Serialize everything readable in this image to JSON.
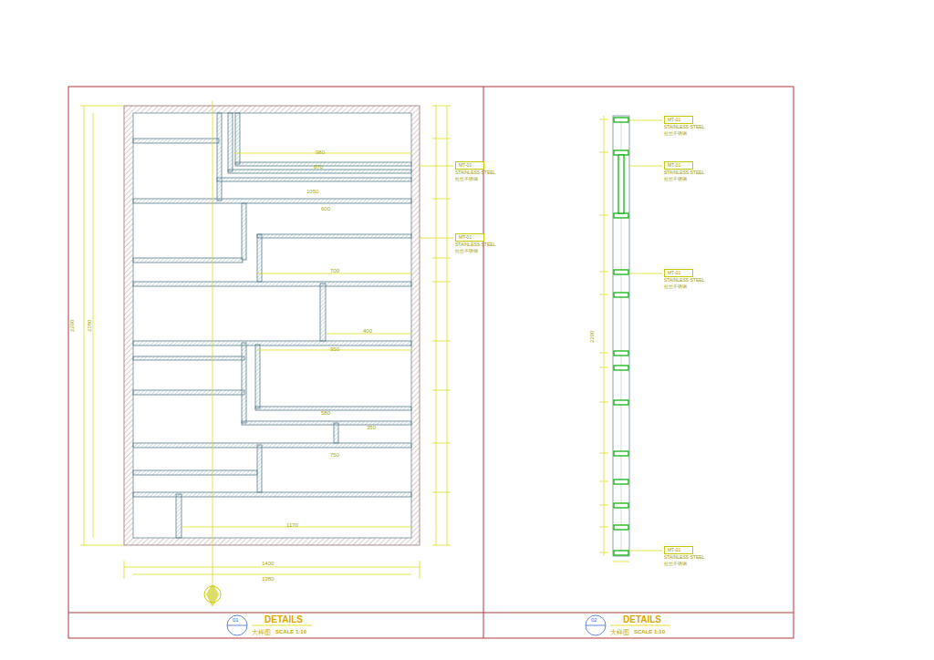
{
  "diagram": {
    "nodes": [
      {
        "text": [
          "MT-01",
          "STAINLESS STEEL",
          "拉丝不锈钢"
        ]
      },
      {
        "text": [
          "MT-01",
          "STAINLESS STEEL",
          "拉丝不锈钢"
        ]
      },
      {
        "text": [
          "MT-01",
          "STAINLESS STEEL",
          "拉丝不锈钢"
        ]
      },
      {
        "text": [
          "MT-01",
          "STAINLESS STEEL",
          "拉丝不锈钢"
        ]
      },
      {
        "text": [
          "MT-01",
          "STAINLESS STEEL",
          "拉丝不锈钢"
        ]
      },
      {
        "text": [
          "MT-01",
          "STAINLESS STEEL",
          "拉丝不锈钢"
        ]
      }
    ],
    "labels": [
      "980",
      "870",
      "1050",
      "600",
      "700",
      "400",
      "950",
      "580",
      "350",
      "750",
      "1170",
      "1400",
      "1380",
      "2200",
      "2180",
      "2200",
      "01",
      "DETAILS",
      "大样图",
      "SCALE 1:10",
      "02",
      "DETAILS",
      "大样图",
      "SCALE 1:10"
    ]
  }
}
